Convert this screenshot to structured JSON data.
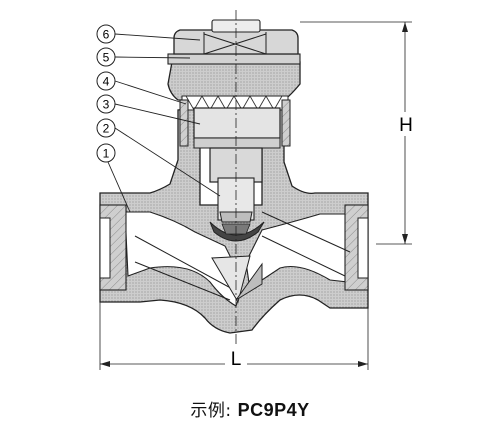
{
  "callouts": [
    {
      "id": 6,
      "label": "6"
    },
    {
      "id": 5,
      "label": "5"
    },
    {
      "id": 4,
      "label": "4"
    },
    {
      "id": 3,
      "label": "3"
    },
    {
      "id": 2,
      "label": "2"
    },
    {
      "id": 1,
      "label": "1"
    }
  ],
  "dimensions": {
    "height_label": "H",
    "length_label": "L"
  },
  "caption": {
    "prefix": "示例:",
    "model": "PC9P4Y"
  },
  "colors": {
    "metal": "#c9c9c9",
    "metal_dark": "#9e9e9e",
    "line": "#222222",
    "hatch": "#555555"
  }
}
